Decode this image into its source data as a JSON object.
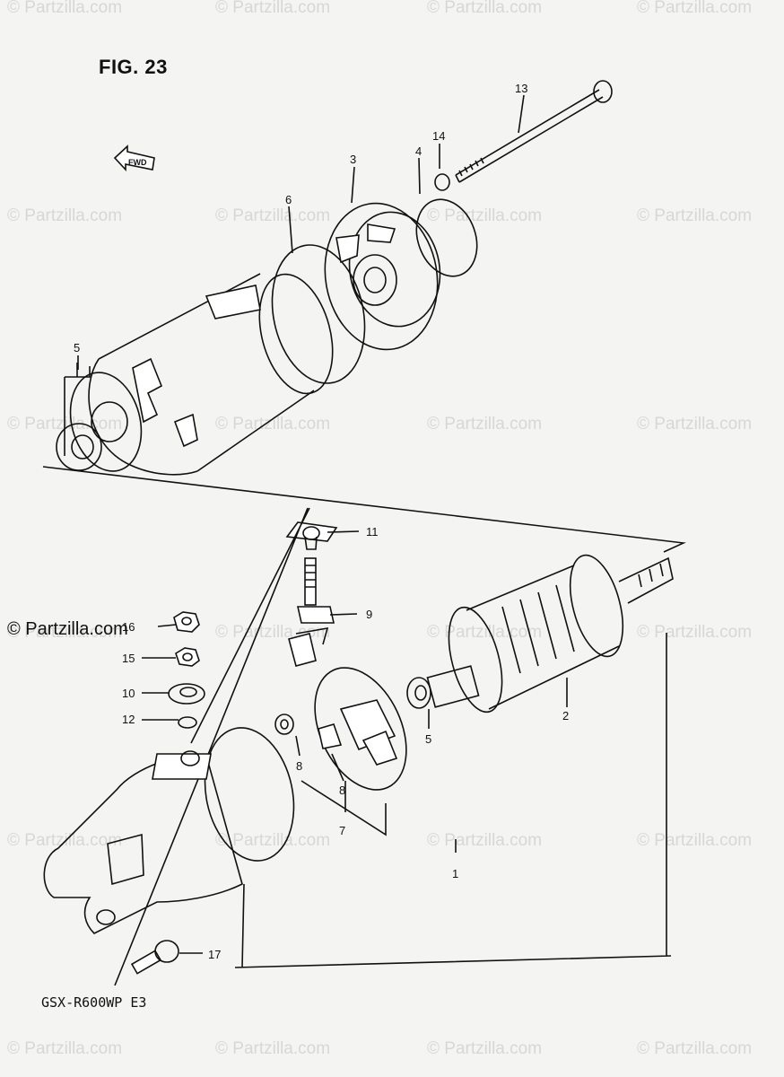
{
  "figure": {
    "title": "FIG. 23",
    "model": "GSX-R600WP E3",
    "brand": "© Partzilla.com",
    "watermark": "© Partzilla.com",
    "fwd_arrow": "FWD"
  },
  "callouts": [
    "1",
    "2",
    "3",
    "4",
    "5",
    "5",
    "6",
    "7",
    "8",
    "8",
    "9",
    "10",
    "11",
    "12",
    "13",
    "14",
    "15",
    "16",
    "17"
  ]
}
